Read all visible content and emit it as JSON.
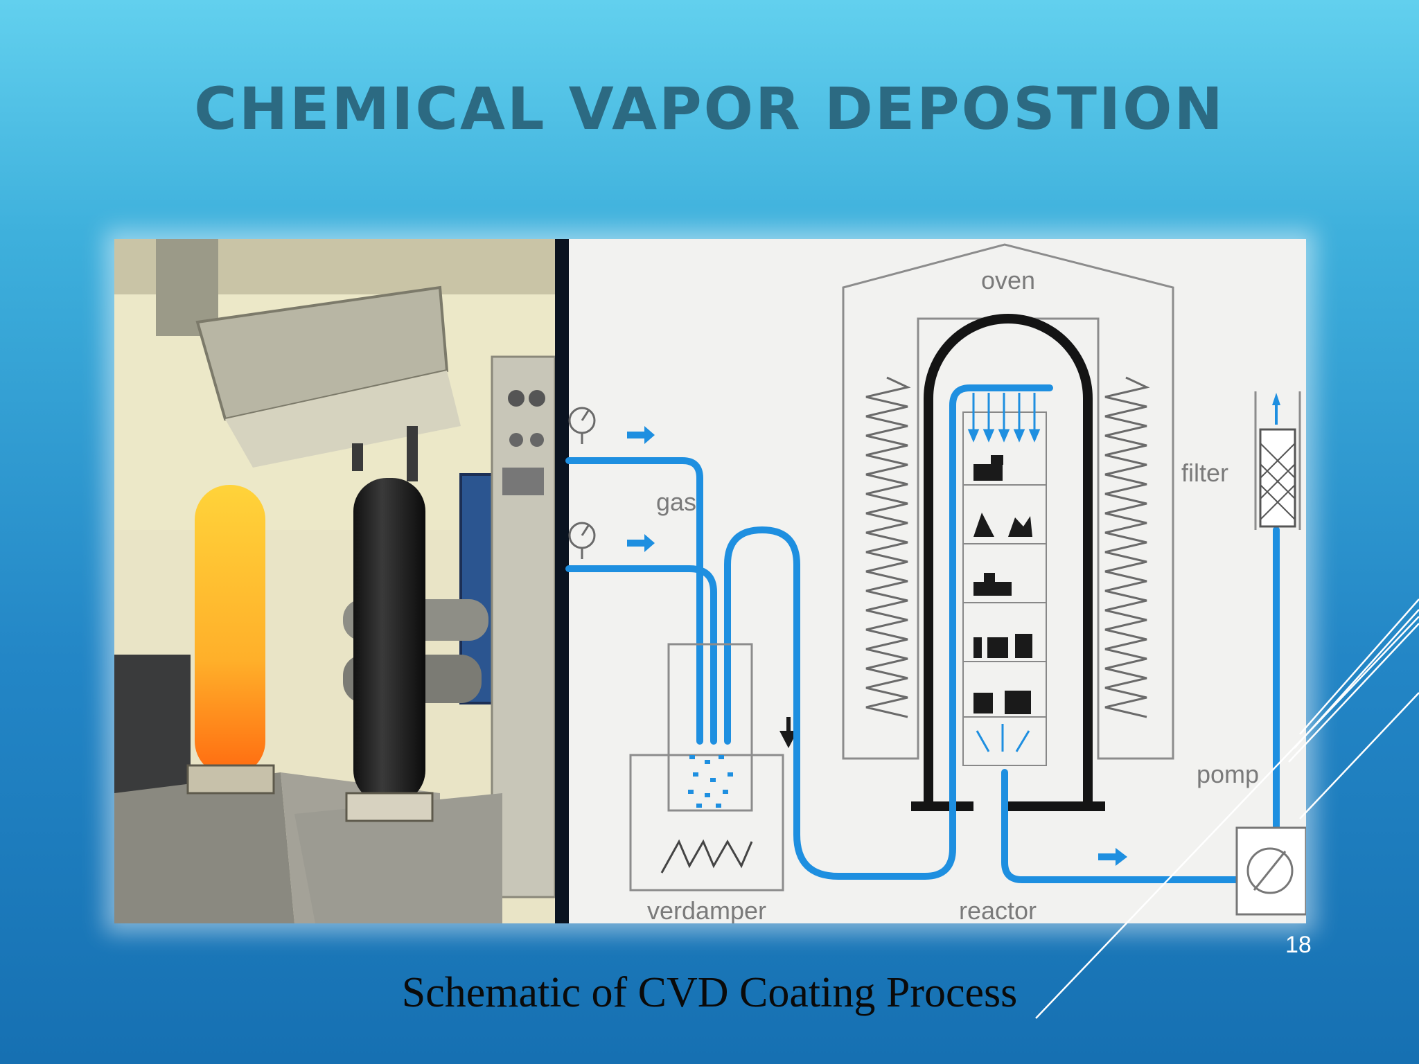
{
  "slide": {
    "title": "CHEMICAL VAPOR DEPOSTION",
    "caption": "Schematic of CVD Coating Process",
    "slide_number": "18"
  },
  "diagram": {
    "labels": {
      "oven": "oven",
      "gas": "gas",
      "filter": "filter",
      "pomp": "pomp",
      "verdamper": "verdamper",
      "reactor": "reactor"
    }
  },
  "colors": {
    "background_top": "#62d0ee",
    "background_bottom": "#1670b2",
    "title": "#2c6a82",
    "pipe_blue": "#1e8fe0",
    "reactor_bell": "#141414"
  },
  "icons": {
    "gauge": "pressure-gauge-icon",
    "pump": "pump-icon",
    "filter": "filter-mesh-icon"
  }
}
